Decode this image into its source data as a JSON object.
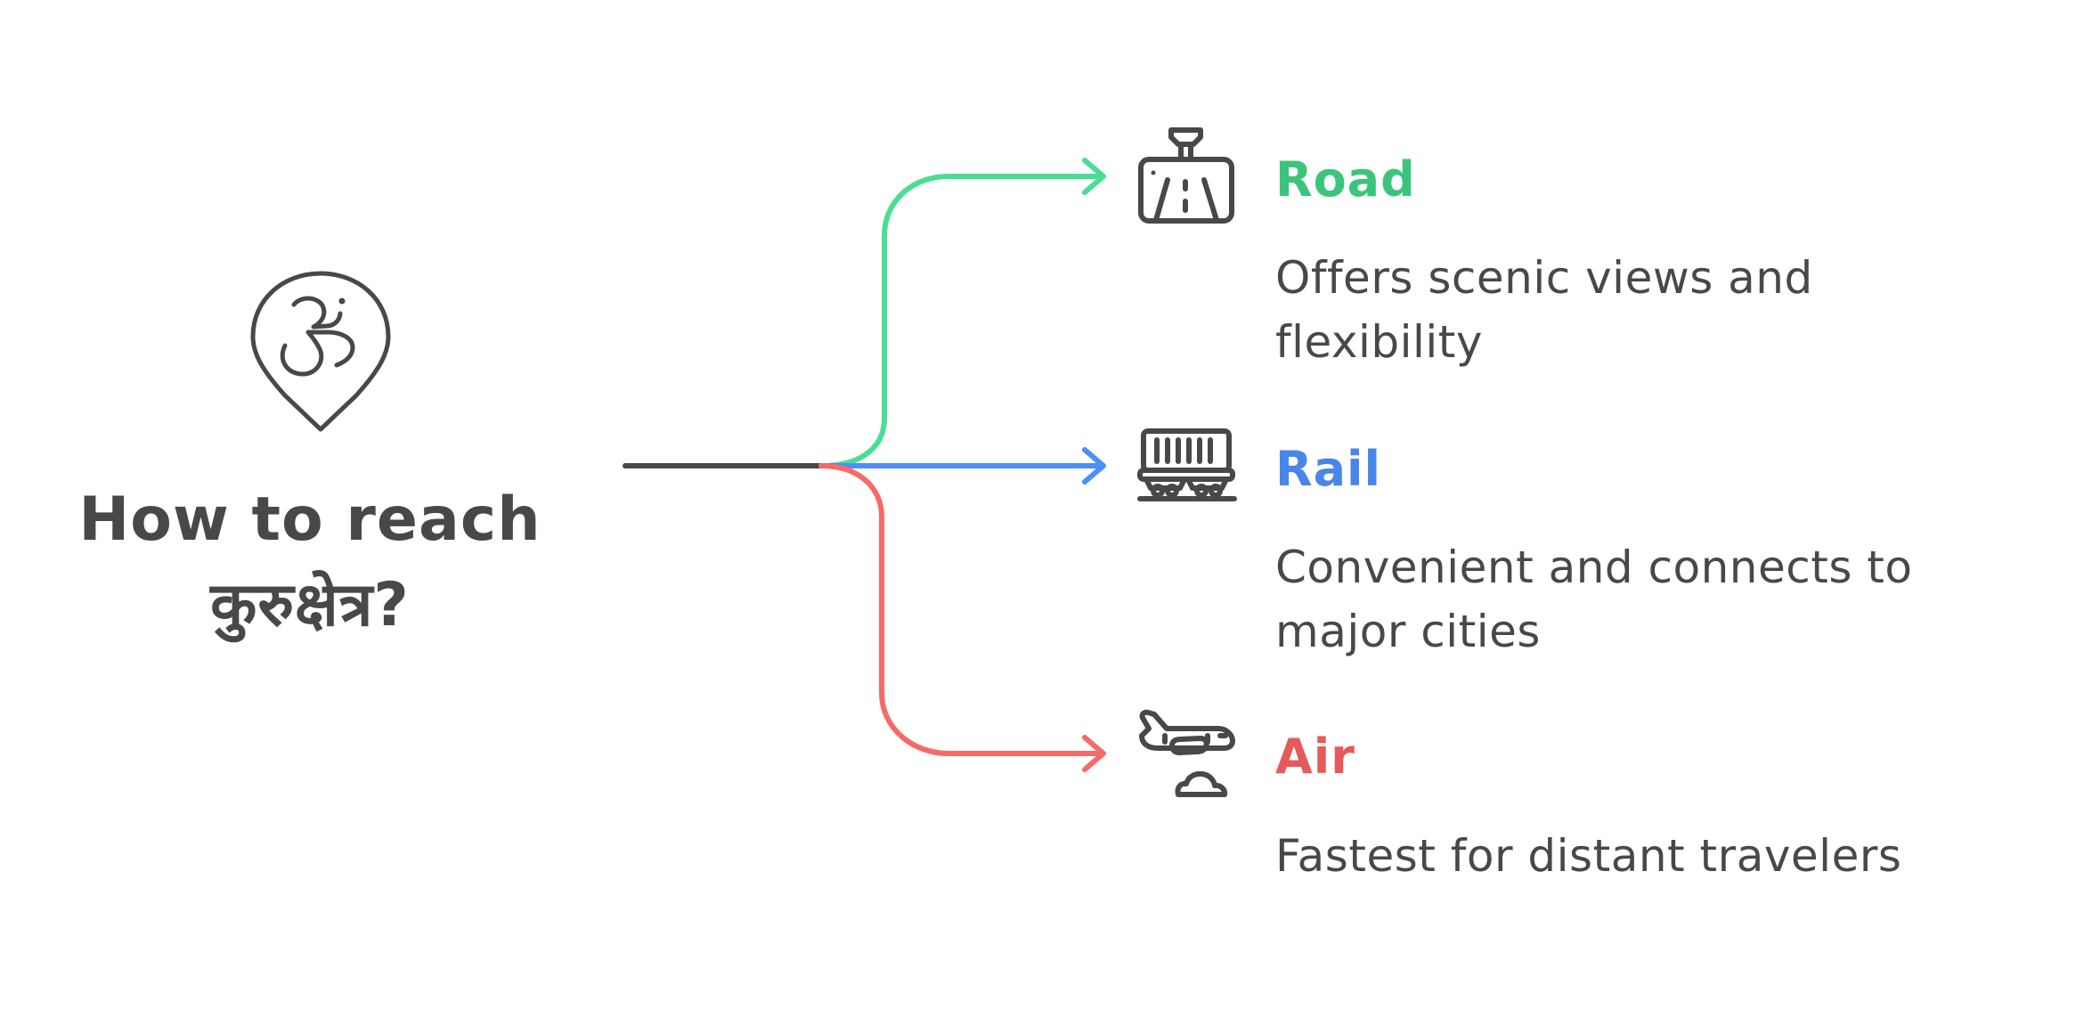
{
  "diagram": {
    "title_line1": "How to reach",
    "title_line2": "कुरुक्षेत्र?",
    "center_icon": "om-location-pin-icon",
    "trunk_color": "#484848",
    "text_color": "#484848",
    "branches": [
      {
        "title": "Road",
        "color": "#3cc47c",
        "line_color": "#4ade94",
        "icon": "road-sign-icon",
        "description_lines": [
          "Offers scenic views and",
          "flexibility"
        ]
      },
      {
        "title": "Rail",
        "color": "#4a86e8",
        "line_color": "#4f8ef7",
        "icon": "train-wagon-icon",
        "description_lines": [
          "Convenient and connects to",
          "major cities"
        ]
      },
      {
        "title": "Air",
        "color": "#e55a5a",
        "line_color": "#f86a66",
        "icon": "airplane-cloud-icon",
        "description_lines": [
          "Fastest for distant travelers"
        ]
      }
    ]
  }
}
